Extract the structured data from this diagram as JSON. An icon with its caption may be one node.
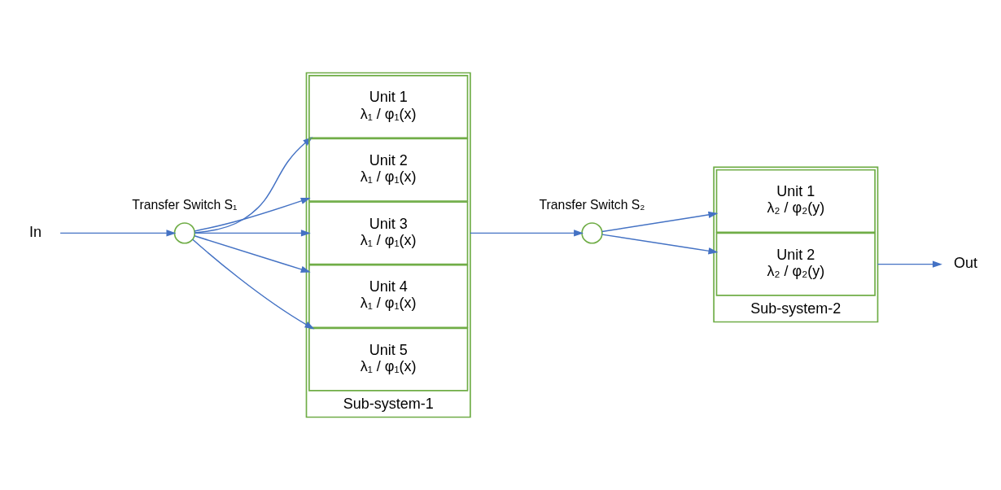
{
  "diagram": {
    "nodes": [
      {
        "text": [
          "In"
        ]
      },
      {
        "text": [],
        "shape": "circle",
        "beside": [
          "Transfer Switch S₁"
        ]
      },
      {
        "text": [
          "Sub-system-1"
        ]
      },
      {
        "text": [
          "Unit 1",
          "λ₁ / φ₁(x)"
        ],
        "in": 2
      },
      {
        "text": [
          "Unit 2",
          "λ₁ / φ₁(x)"
        ],
        "in": 2
      },
      {
        "text": [
          "Unit 3",
          "λ₁ / φ₁(x)"
        ],
        "in": 2
      },
      {
        "text": [
          "Unit 4",
          "λ₁ / φ₁(x)"
        ],
        "in": 2
      },
      {
        "text": [
          "Unit 5",
          "λ₁ / φ₁(x)"
        ],
        "in": 2
      },
      {
        "text": [],
        "shape": "circle",
        "beside": [
          "Transfer Switch S₂"
        ]
      },
      {
        "text": [
          "Sub-system-2"
        ]
      },
      {
        "text": [
          "Unit 1",
          "λ₂ / φ₂(y)"
        ],
        "in": 9
      },
      {
        "text": [
          "Unit 2",
          "λ₂ / φ₂(y)"
        ],
        "in": 9
      },
      {
        "text": [
          "Out"
        ]
      }
    ],
    "edges": [
      {
        "from": 0,
        "to": 1,
        "arrow": "to"
      },
      {
        "from": 1,
        "to": 3,
        "arrow": "to"
      },
      {
        "from": 1,
        "to": 4,
        "arrow": "to"
      },
      {
        "from": 1,
        "to": 5,
        "arrow": "to"
      },
      {
        "from": 1,
        "to": 6,
        "arrow": "to"
      },
      {
        "from": 1,
        "to": 7,
        "arrow": "to"
      },
      {
        "from": 2,
        "to": 8,
        "arrow": "to"
      },
      {
        "from": 8,
        "to": 10,
        "arrow": "to"
      },
      {
        "from": 8,
        "to": 11,
        "arrow": "to"
      },
      {
        "from": 9,
        "to": 12,
        "arrow": "to"
      }
    ]
  }
}
